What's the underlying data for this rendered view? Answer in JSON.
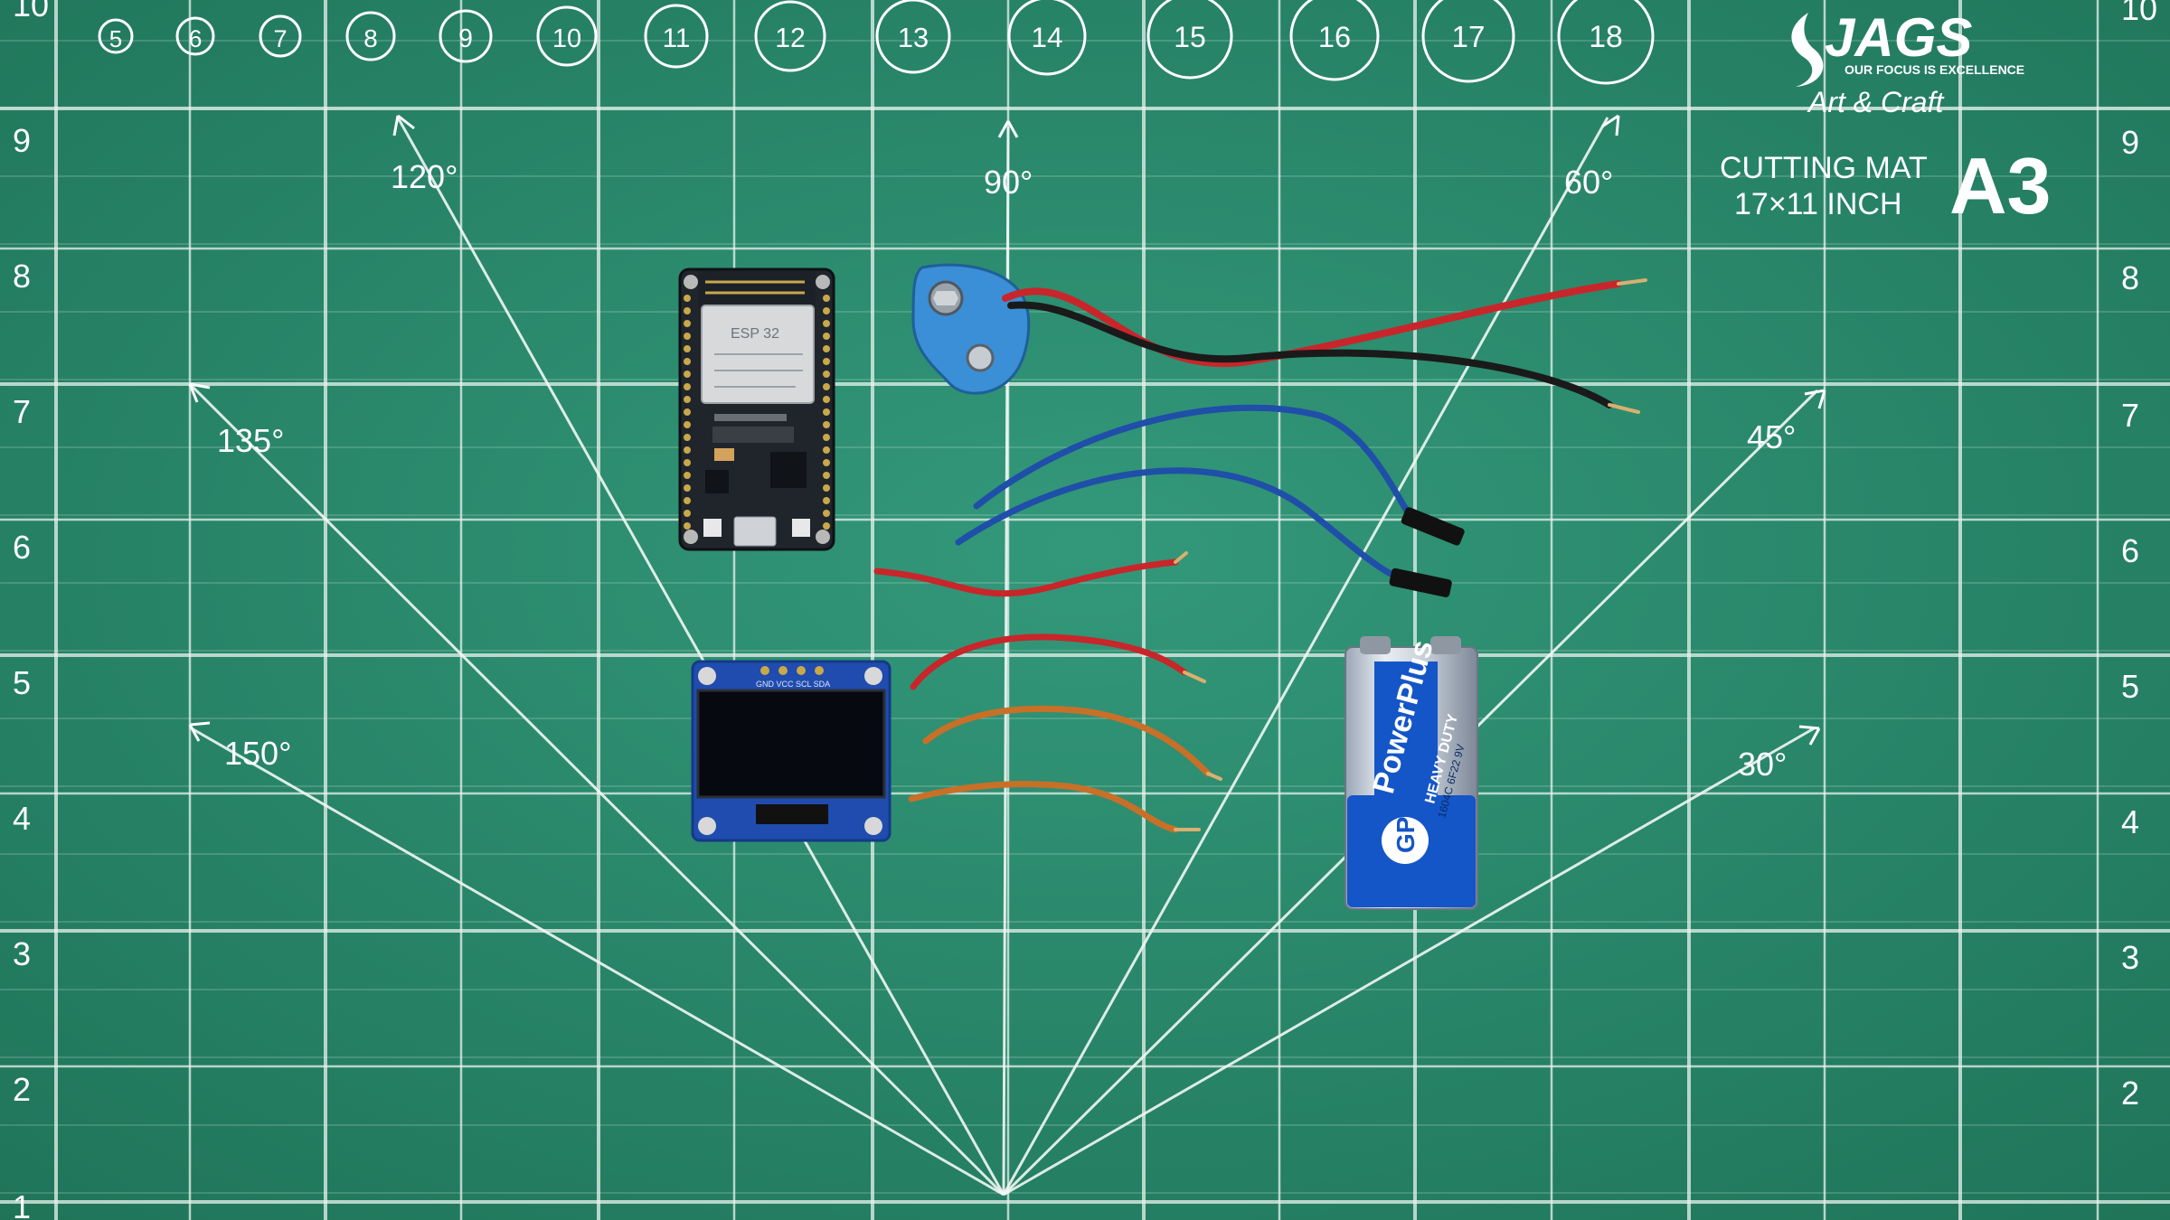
{
  "mat": {
    "brand": "JAGS",
    "tagline": "OUR FOCUS IS EXCELLENCE",
    "script": "Art & Craft",
    "product": "CUTTING MAT",
    "size": "17×11 INCH",
    "format": "A3",
    "left_scale": [
      "10",
      "9",
      "8",
      "7",
      "6",
      "5",
      "4",
      "3",
      "2",
      "1"
    ],
    "right_scale": [
      "10",
      "9",
      "8",
      "7",
      "6",
      "5",
      "4",
      "3",
      "2"
    ],
    "circled_numbers": [
      "5",
      "6",
      "7",
      "8",
      "9",
      "10",
      "11",
      "12",
      "13",
      "14",
      "15",
      "16",
      "17",
      "18"
    ],
    "angles": [
      "120°",
      "90°",
      "60°",
      "135°",
      "45°",
      "150°",
      "30°"
    ]
  },
  "components": {
    "esp32_label": "ESP 32",
    "oled_pins": "GND VCC SCL SDA",
    "battery_brand": "GP",
    "battery_name": "PowerPlus",
    "battery_duty": "HEAVY DUTY",
    "battery_code": "1604C 6F22 9V"
  },
  "colors": {
    "mat_green": "#2a8a6a",
    "grid_line": "#e9f3ee",
    "wire_red": "#c8262a",
    "wire_black": "#1a1a1a",
    "wire_blue": "#1f4fa8",
    "wire_orange": "#c87028",
    "battery_blue": "#1456c8",
    "clip_blue": "#3a8fd6"
  }
}
